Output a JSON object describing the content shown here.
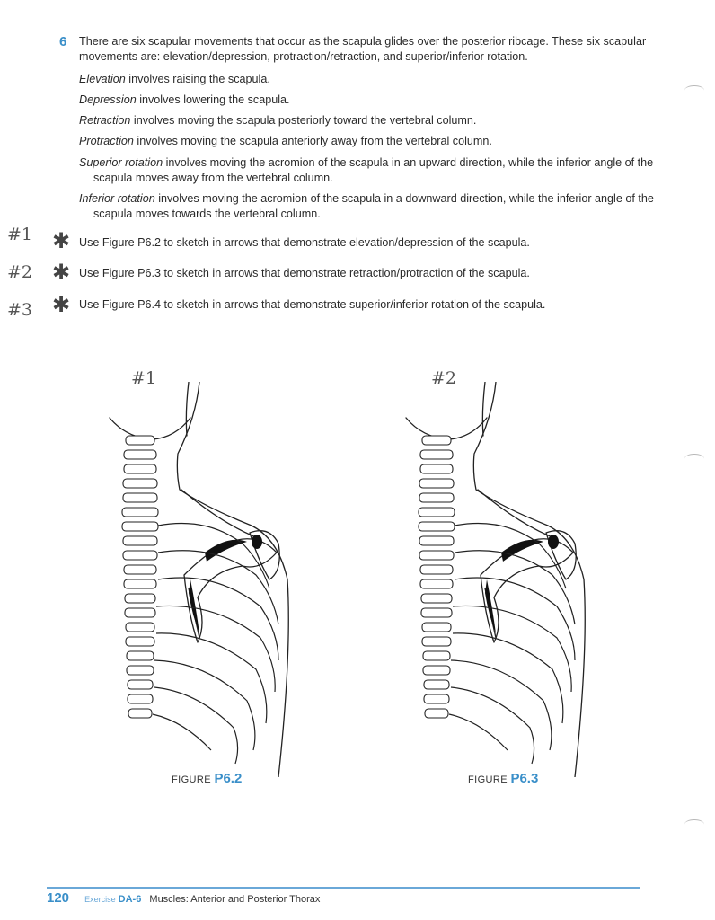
{
  "question": {
    "number": "6",
    "intro": "There are six scapular movements that occur as the scapula glides over the posterior ribcage. These six scapular movements are: elevation/depression, protraction/retraction, and superior/inferior rotation.",
    "definitions": [
      {
        "term": "Elevation",
        "text": " involves raising the scapula."
      },
      {
        "term": "Depression",
        "text": " involves lowering the scapula."
      },
      {
        "term": "Retraction",
        "text": " involves moving the scapula posteriorly toward the vertebral column."
      },
      {
        "term": "Protraction",
        "text": " involves moving the scapula anteriorly away from the vertebral column."
      },
      {
        "term": "Superior rotation",
        "text": " involves moving the acromion of the scapula in an upward direction, while the inferior angle of the scapula moves away from the vertebral column."
      },
      {
        "term": "Inferior rotation",
        "text": " involves moving the acromion of the scapula in a downward direction, while the inferior angle of the scapula moves towards the vertebral column."
      }
    ],
    "tasks": [
      {
        "hand_label": "#1",
        "text": "Use Figure P6.2 to sketch in arrows that demonstrate elevation/depression of the scapula."
      },
      {
        "hand_label": "#2",
        "text": "Use Figure P6.3 to sketch in arrows that demonstrate retraction/protraction of the scapula."
      },
      {
        "hand_label": "#3",
        "text": "Use Figure P6.4 to sketch in arrows that demonstrate superior/inferior rotation of the scapula."
      }
    ],
    "star_glyph": "✱"
  },
  "figures": [
    {
      "hand_label": "#1",
      "caption_prefix": "FIGURE",
      "caption_number": "P6.2"
    },
    {
      "hand_label": "#2",
      "caption_prefix": "FIGURE",
      "caption_number": "P6.3"
    }
  ],
  "footer": {
    "page_number": "120",
    "exercise_label": "Exercise",
    "exercise_number": "DA-6",
    "title": "Muscles: Anterior and Posterior Thorax"
  },
  "colors": {
    "accent": "#3a8fc9",
    "rule": "#6aa8d8",
    "ink": "#2a2a2a"
  }
}
